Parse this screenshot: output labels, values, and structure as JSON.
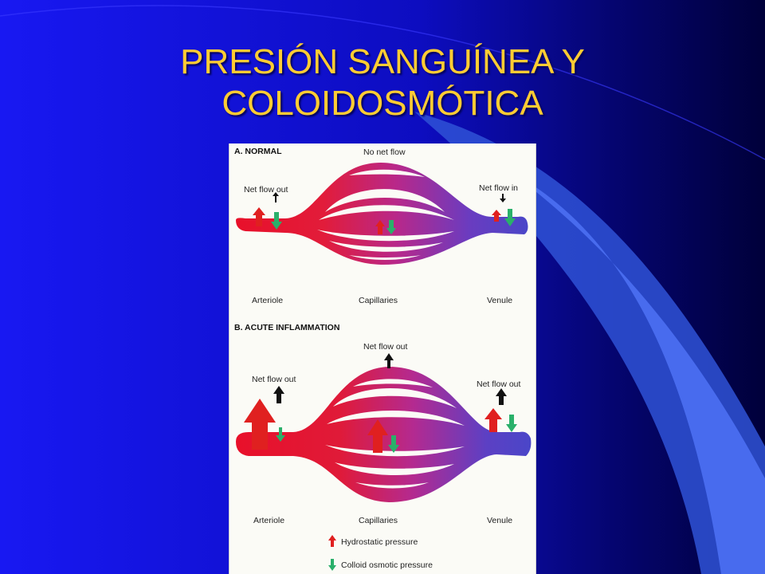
{
  "slide": {
    "title_line1": "PRESIÓN SANGUÍNEA Y",
    "title_line2": "COLOIDOSMÓTICA"
  },
  "colors": {
    "background_left": "#1515f0",
    "background_right": "#00003c",
    "title": "#ffcc33",
    "arteriole_red": "#e8102a",
    "venule_blue": "#4a46c8",
    "hydrostatic_arrow": "#e02020",
    "colloid_arrow": "#2ab06a"
  },
  "diagram": {
    "section_a": {
      "title": "A. NORMAL",
      "top_label": "No net flow",
      "left_label": "Net flow out",
      "right_label": "Net flow in",
      "bottom_left": "Arteriole",
      "bottom_center": "Capillaries",
      "bottom_right": "Venule"
    },
    "section_b": {
      "title": "B. ACUTE INFLAMMATION",
      "top_label": "Net flow out",
      "left_label": "Net flow out",
      "right_label": "Net flow out",
      "bottom_left": "Arteriole",
      "bottom_center": "Capillaries",
      "bottom_right": "Venule"
    },
    "legend": {
      "hydrostatic": "Hydrostatic pressure",
      "colloid": "Colloid osmotic pressure"
    }
  }
}
